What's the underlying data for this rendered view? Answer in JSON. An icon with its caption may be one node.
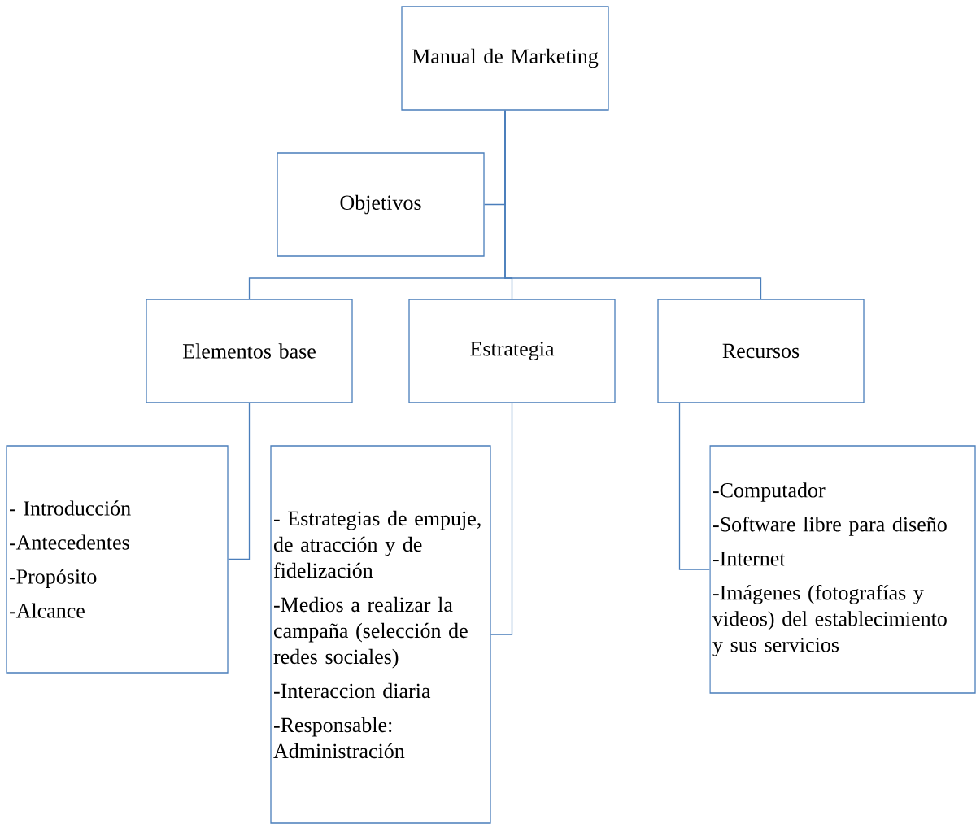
{
  "diagram": {
    "nodes": [
      {
        "text": [
          "Manual de Marketing"
        ]
      },
      {
        "text": [
          "Objetivos"
        ]
      },
      {
        "text": [
          "Elementos base"
        ]
      },
      {
        "text": [
          "Estrategia"
        ]
      },
      {
        "text": [
          "Recursos"
        ]
      },
      {
        "text": [
          "- Introducción",
          "-Antecedentes",
          "-Propósito",
          "-Alcance"
        ]
      },
      {
        "text": [
          "- Estrategias de empuje, de atracción y de fidelización",
          "-Medios a realizar la campaña (selección de redes sociales)",
          "-Interaccion diaria",
          "-Responsable: Administración"
        ]
      },
      {
        "text": [
          "-Computador",
          "-Software libre para diseño",
          "-Internet",
          "-Imágenes (fotografías y videos) del establecimiento y sus servicios"
        ]
      }
    ],
    "edges": [
      {
        "from": 0,
        "to": 1,
        "arrow": "none"
      },
      {
        "from": 0,
        "to": 2,
        "arrow": "none"
      },
      {
        "from": 0,
        "to": 3,
        "arrow": "none"
      },
      {
        "from": 0,
        "to": 4,
        "arrow": "none"
      },
      {
        "from": 2,
        "to": 5,
        "arrow": "none"
      },
      {
        "from": 3,
        "to": 6,
        "arrow": "none"
      },
      {
        "from": 4,
        "to": 7,
        "arrow": "none"
      }
    ]
  }
}
